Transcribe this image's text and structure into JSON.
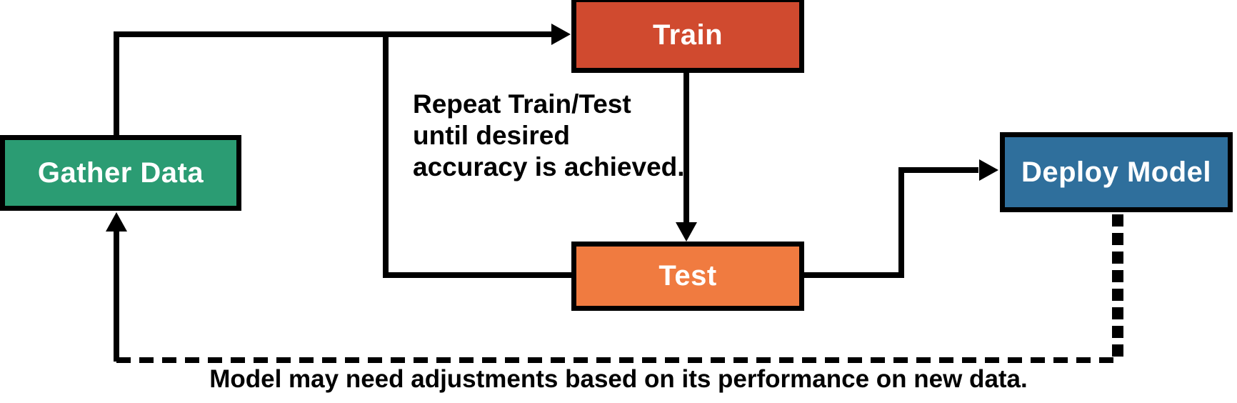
{
  "diagram": {
    "type": "flowchart",
    "background": "#ffffff",
    "line_color": "#000000",
    "text_color": "#000000",
    "nodes": {
      "gather": {
        "label": "Gather Data",
        "color": "#2B9C73"
      },
      "train": {
        "label": "Train",
        "color": "#D04A2F"
      },
      "test": {
        "label": "Test",
        "color": "#F07B40"
      },
      "deploy": {
        "label": "Deploy Model",
        "color": "#2F6F9C"
      }
    },
    "edges": [
      {
        "from": "gather",
        "to": "train",
        "style": "solid",
        "arrow": "into-train-left"
      },
      {
        "from": "train",
        "to": "test",
        "style": "solid",
        "arrow": "into-test-top"
      },
      {
        "from": "test",
        "to": "train",
        "style": "solid",
        "arrow": "shared-with-gather-train",
        "note": "repeat loop"
      },
      {
        "from": "test",
        "to": "deploy",
        "style": "solid",
        "arrow": "into-deploy-left"
      },
      {
        "from": "deploy",
        "to": "gather",
        "style": "dashed",
        "arrow": "into-gather-bottom"
      }
    ],
    "annotations": {
      "loop_note": "Repeat Train/Test\nuntil desired\naccuracy is achieved.",
      "feedback_note": "Model may need adjustments based on its performance on new data."
    }
  }
}
